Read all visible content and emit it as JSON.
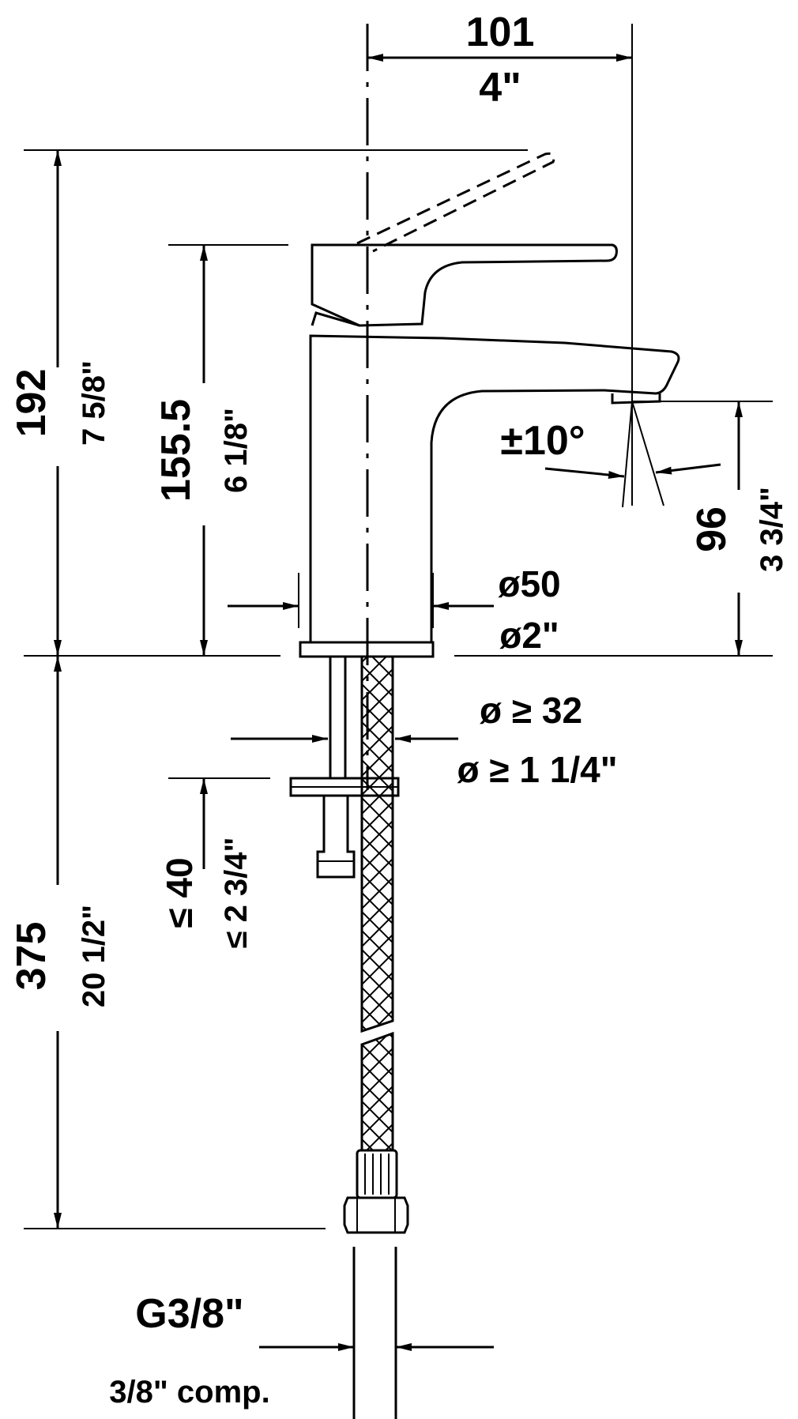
{
  "dimensions": {
    "spout_reach_mm": "101",
    "spout_reach_in": "4\"",
    "total_height_mm": "192",
    "total_height_in": "7 5/8\"",
    "body_height_mm": "155.5",
    "body_height_in": "6 1/8\"",
    "swivel_angle": "±10°",
    "spout_height_mm": "96",
    "spout_height_in": "3 3/4\"",
    "base_diameter_mm": "ø50",
    "base_diameter_in": "ø2\"",
    "hole_diameter_mm": "ø ≥ 32",
    "hole_diameter_in": "ø ≥ 1 1/4\"",
    "counter_thickness_mm": "≤ 40",
    "counter_thickness_in": "≤ 2 3/4\"",
    "hose_length_mm": "375",
    "hose_length_in": "20 1/2\"",
    "connection_thread": "G3/8\"",
    "connection_comp": "3/8\" comp."
  }
}
